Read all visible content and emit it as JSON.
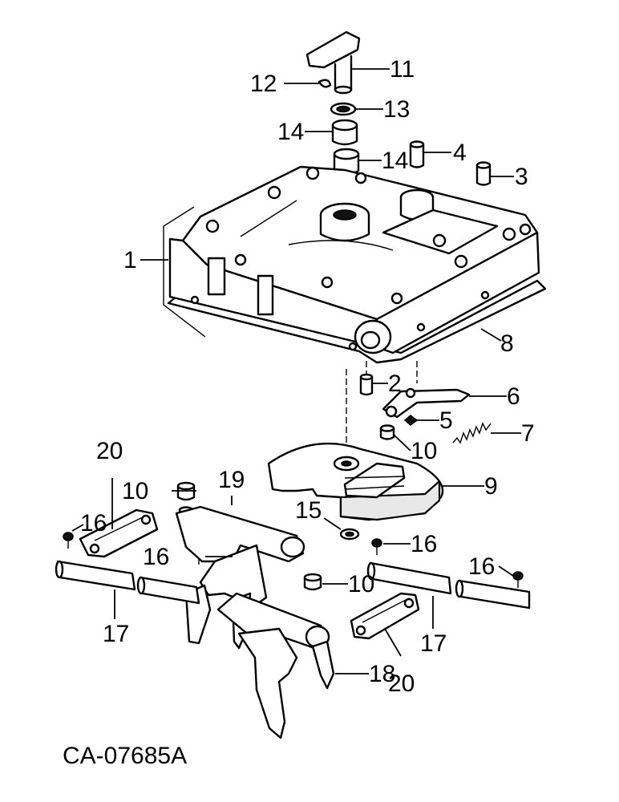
{
  "diagram": {
    "callouts": {
      "c1": "1",
      "c2": "2",
      "c3": "3",
      "c4": "4",
      "c5": "5",
      "c6": "6",
      "c7": "7",
      "c8": "8",
      "c9": "9",
      "c10a": "10",
      "c10b": "10",
      "c10c": "10",
      "c11": "11",
      "c12": "12",
      "c13": "13",
      "c14a": "14",
      "c14b": "14",
      "c15": "15",
      "c16a": "16",
      "c16b": "16",
      "c16c": "16",
      "c16d": "16",
      "c17a": "17",
      "c17b": "17",
      "c18": "18",
      "c19": "19",
      "c20a": "20",
      "c20b": "20"
    },
    "figure_code": "CA-07685A"
  }
}
